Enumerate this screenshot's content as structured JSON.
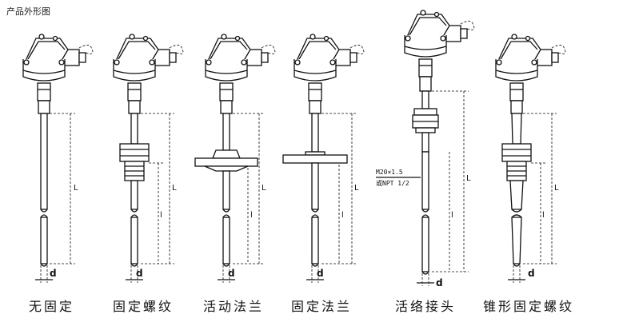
{
  "header": {
    "title": "产品外形图"
  },
  "products": [
    {
      "label": "无固定",
      "length_label": "L",
      "insert_label": "",
      "dia_label": "d"
    },
    {
      "label": "固定螺纹",
      "length_label": "L",
      "insert_label": "l",
      "dia_label": "d"
    },
    {
      "label": "活动法兰",
      "length_label": "L",
      "insert_label": "l",
      "dia_label": "d"
    },
    {
      "label": "固定法兰",
      "length_label": "L",
      "insert_label": "l",
      "dia_label": "d"
    },
    {
      "label": "活络接头",
      "length_label": "L",
      "insert_label": "l",
      "dia_label": "d"
    },
    {
      "label": "锥形固定螺纹",
      "length_label": "L",
      "insert_label": "l",
      "dia_label": "d"
    }
  ],
  "thread_note": {
    "line1": "M20×1.5",
    "line2": "或NPT 1/2"
  }
}
